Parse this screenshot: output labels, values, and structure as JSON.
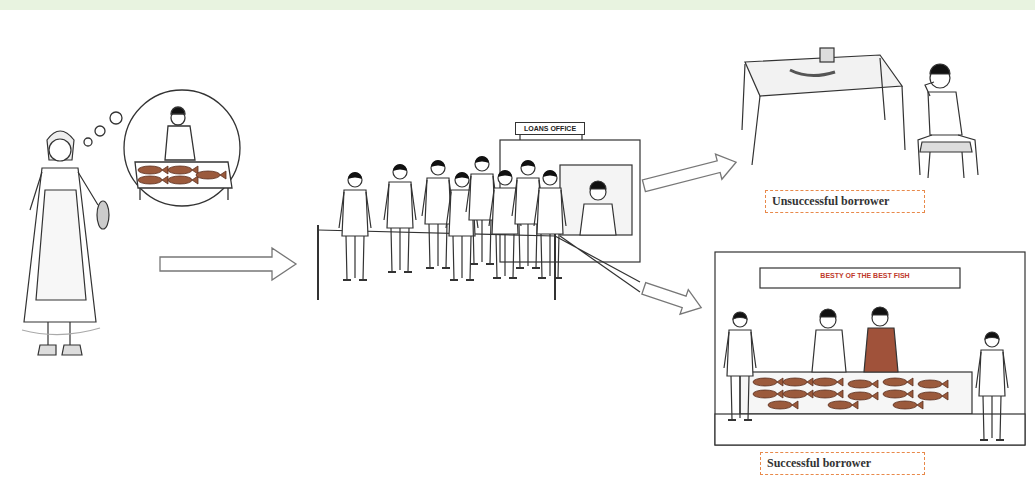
{
  "diagram": {
    "nodes": [
      {
        "text": [
          "LOANS OFFICE"
        ]
      },
      {
        "text": [
          "Unsuccessful borrower"
        ]
      },
      {
        "text": [
          "BESTY OF THE BEST FISH",
          "Successful borrower"
        ]
      }
    ],
    "edges": [
      {
        "from": 0,
        "to": 1,
        "arrow": "to"
      },
      {
        "from": 0,
        "to": 2,
        "arrow": "to"
      }
    ]
  }
}
